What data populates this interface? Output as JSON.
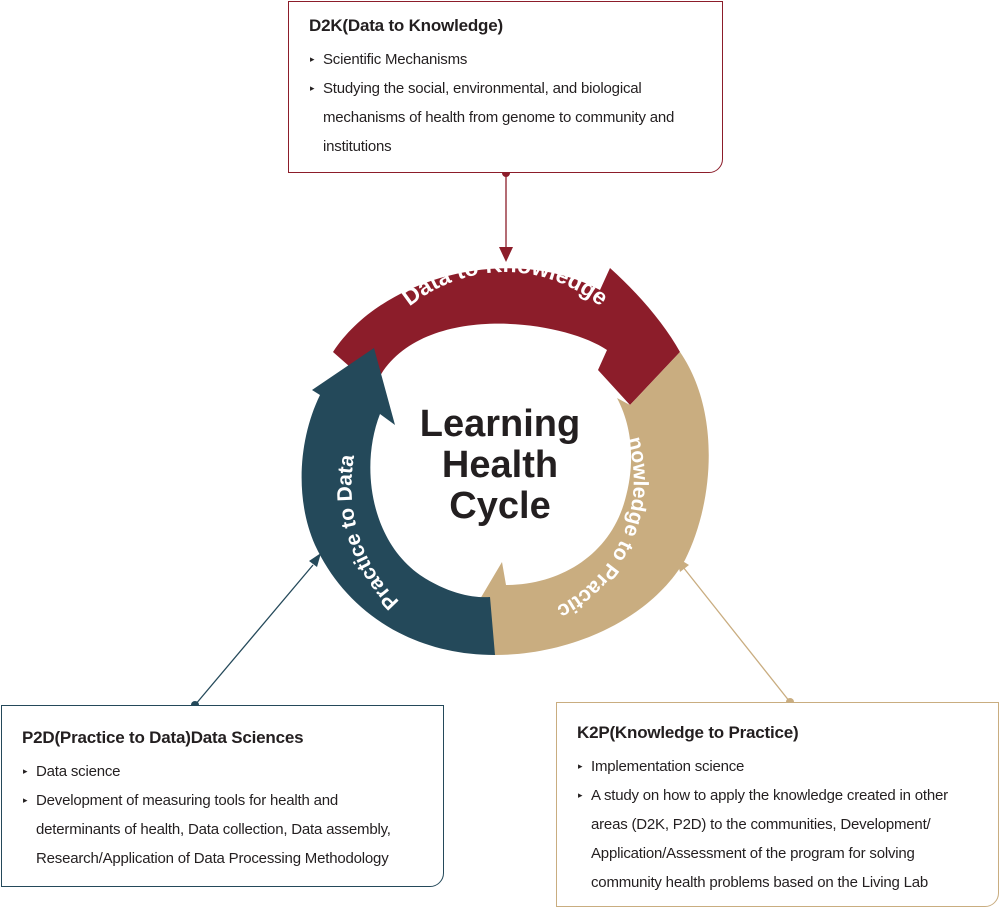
{
  "diagram": {
    "center_title": [
      "Learning",
      "Health",
      "Cycle"
    ],
    "ring_segments": {
      "d2k": "Data to Knowledge",
      "k2p": "Knowledge to Practice",
      "p2d": "Practice to Data"
    },
    "colors": {
      "d2k": "#8c1d2a",
      "k2p": "#c9ad80",
      "p2d": "#24495a"
    }
  },
  "boxes": {
    "d2k": {
      "title": "D2K(Data to Knowledge)",
      "items": [
        [
          "Scientific Mechanisms"
        ],
        [
          "Studying the social, environmental, and biological",
          "mechanisms of health from genome to community and",
          "institutions"
        ]
      ]
    },
    "p2d": {
      "title": "P2D(Practice to Data)Data Sciences",
      "items": [
        [
          "Data science"
        ],
        [
          "Development of measuring tools for health and",
          "determinants of health, Data collection, Data assembly,",
          "Research/Application of Data Processing Methodology"
        ]
      ]
    },
    "k2p": {
      "title": "K2P(Knowledge to Practice)",
      "items": [
        [
          "Implementation science"
        ],
        [
          "A study on how to apply the knowledge created in other",
          "areas (D2K, P2D) to the communities, Development/",
          "Application/Assessment of the program for solving",
          "community health problems based on the Living Lab"
        ]
      ]
    },
    "bullet": "▸"
  }
}
